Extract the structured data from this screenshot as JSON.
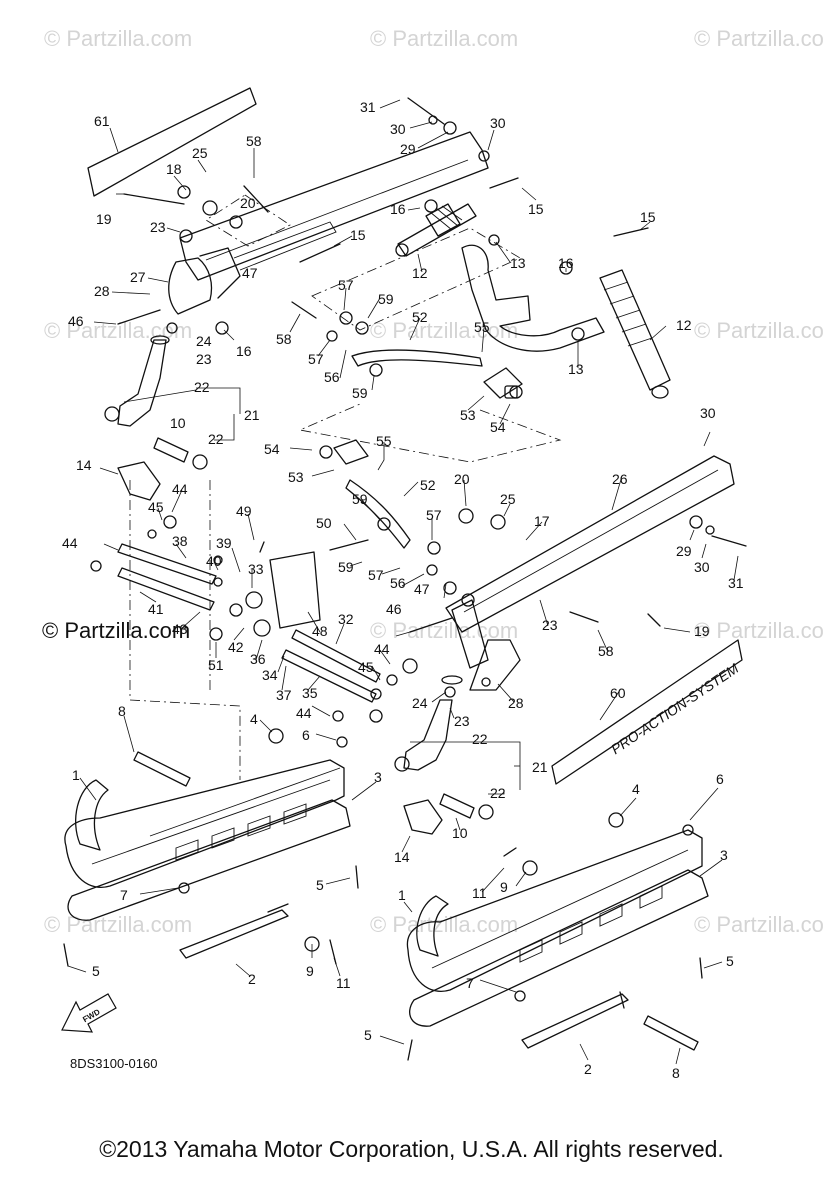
{
  "watermark": "© Partzilla.com",
  "part_code": "8DS3100-0160",
  "copyright": "©2013 Yamaha Motor Corporation, U.S.A. All rights reserved.",
  "decal_text": "PRO-ACTION-SYSTEM",
  "fwd_label": "FWD",
  "callouts": {
    "c61": "61",
    "c58a": "58",
    "c25a": "25",
    "c18": "18",
    "c19a": "19",
    "c20a": "20",
    "c23a": "23",
    "c27": "27",
    "c47a": "47",
    "c28a": "28",
    "c46a": "46",
    "c16a": "16",
    "c23b": "23",
    "c24a": "24",
    "c22a": "22",
    "c21a": "21",
    "c10a": "10",
    "c22b": "22",
    "c14a": "14",
    "c31a": "31",
    "c30a": "30",
    "c29a": "29",
    "c30b": "30",
    "c16b": "16",
    "c15a": "15",
    "c15b": "15",
    "c13a": "13",
    "c12a": "12",
    "c15c": "15",
    "c16c": "16",
    "c12b": "12",
    "c13b": "13",
    "c57a": "57",
    "c58b": "58",
    "c59a": "59",
    "c57b": "57",
    "c52a": "52",
    "c55a": "55",
    "c56a": "56",
    "c59b": "59",
    "c53a": "53",
    "c54a": "54",
    "c30c": "30",
    "c26": "26",
    "c54b": "54",
    "c55b": "55",
    "c53b": "53",
    "c52b": "52",
    "c20b": "20",
    "c25b": "25",
    "c17": "17",
    "c59c": "59",
    "c57c": "57",
    "c50": "50",
    "c59d": "59",
    "c57d": "57",
    "c56b": "56",
    "c47b": "47",
    "c29b": "29",
    "c30d": "30",
    "c31b": "31",
    "c49": "49",
    "c44a": "44",
    "c45a": "45",
    "c38": "38",
    "c44b": "44",
    "c39": "39",
    "c40": "40",
    "c33": "33",
    "c41": "41",
    "c43": "43",
    "c42": "42",
    "c51": "51",
    "c36": "36",
    "c48": "48",
    "c32": "32",
    "c46b": "46",
    "c23c": "23",
    "c58c": "58",
    "c19b": "19",
    "c34": "34",
    "c44c": "44",
    "c45b": "45",
    "c37": "37",
    "c35": "35",
    "c24b": "24",
    "c28b": "28",
    "c44d": "44",
    "c60": "60",
    "c8a": "8",
    "c4a": "4",
    "c6a": "6",
    "c23d": "23",
    "c22c": "22",
    "c21b": "21",
    "c22d": "22",
    "c1a": "1",
    "c3a": "3",
    "c10b": "10",
    "c14b": "14",
    "c7a": "7",
    "c5a": "5",
    "c11a": "11",
    "c9a": "9",
    "c4b": "4",
    "c6b": "6",
    "c3b": "3",
    "c5b": "5",
    "c9b": "9",
    "c11b": "11",
    "c2a": "2",
    "c1b": "1",
    "c7b": "7",
    "c5c": "5",
    "c5d": "5",
    "c2b": "2",
    "c8b": "8"
  }
}
